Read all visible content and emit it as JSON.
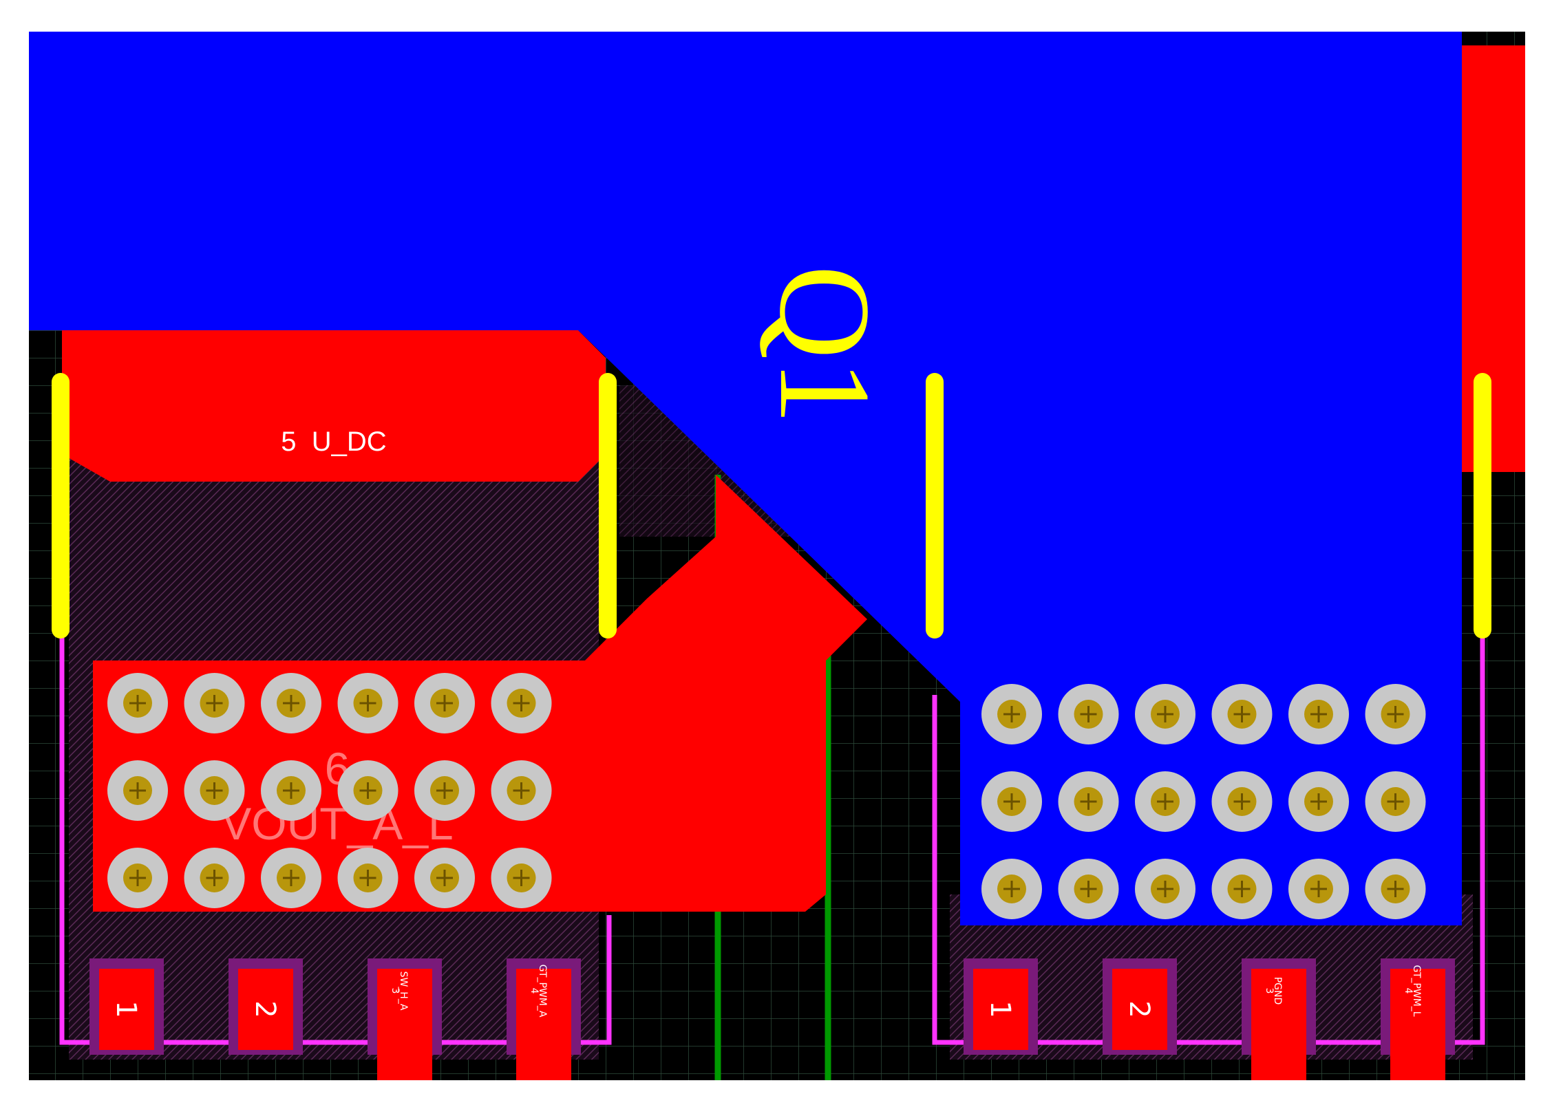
{
  "board": {
    "colors": {
      "background": "#000000",
      "grid": "#2e4a3a",
      "grid_hatch": "#4a2248",
      "top_copper": "#ff0000",
      "bottom_copper": "#0000ff",
      "silkscreen": "#ffff00",
      "courtyard": "#ff33ff",
      "pad_outline": "#7a1a7a",
      "track_green": "#009900",
      "via_ring": "#c8c8c8",
      "via_hole": "#b8960c"
    }
  },
  "designator": "Q1",
  "left_part": {
    "tab_label": "5  U_DC",
    "net_label": "VOUT_A_L",
    "net_number": "6",
    "pins": [
      {
        "num": "1",
        "net": ""
      },
      {
        "num": "2",
        "net": ""
      },
      {
        "num": "3",
        "net": "SW_H_A"
      },
      {
        "num": "4",
        "net": "GT_PWM_A"
      }
    ]
  },
  "right_part": {
    "pins": [
      {
        "num": "1",
        "net": ""
      },
      {
        "num": "2",
        "net": ""
      },
      {
        "num": "3",
        "net": "PGND"
      },
      {
        "num": "4",
        "net": "GT_PWM_L"
      }
    ]
  }
}
